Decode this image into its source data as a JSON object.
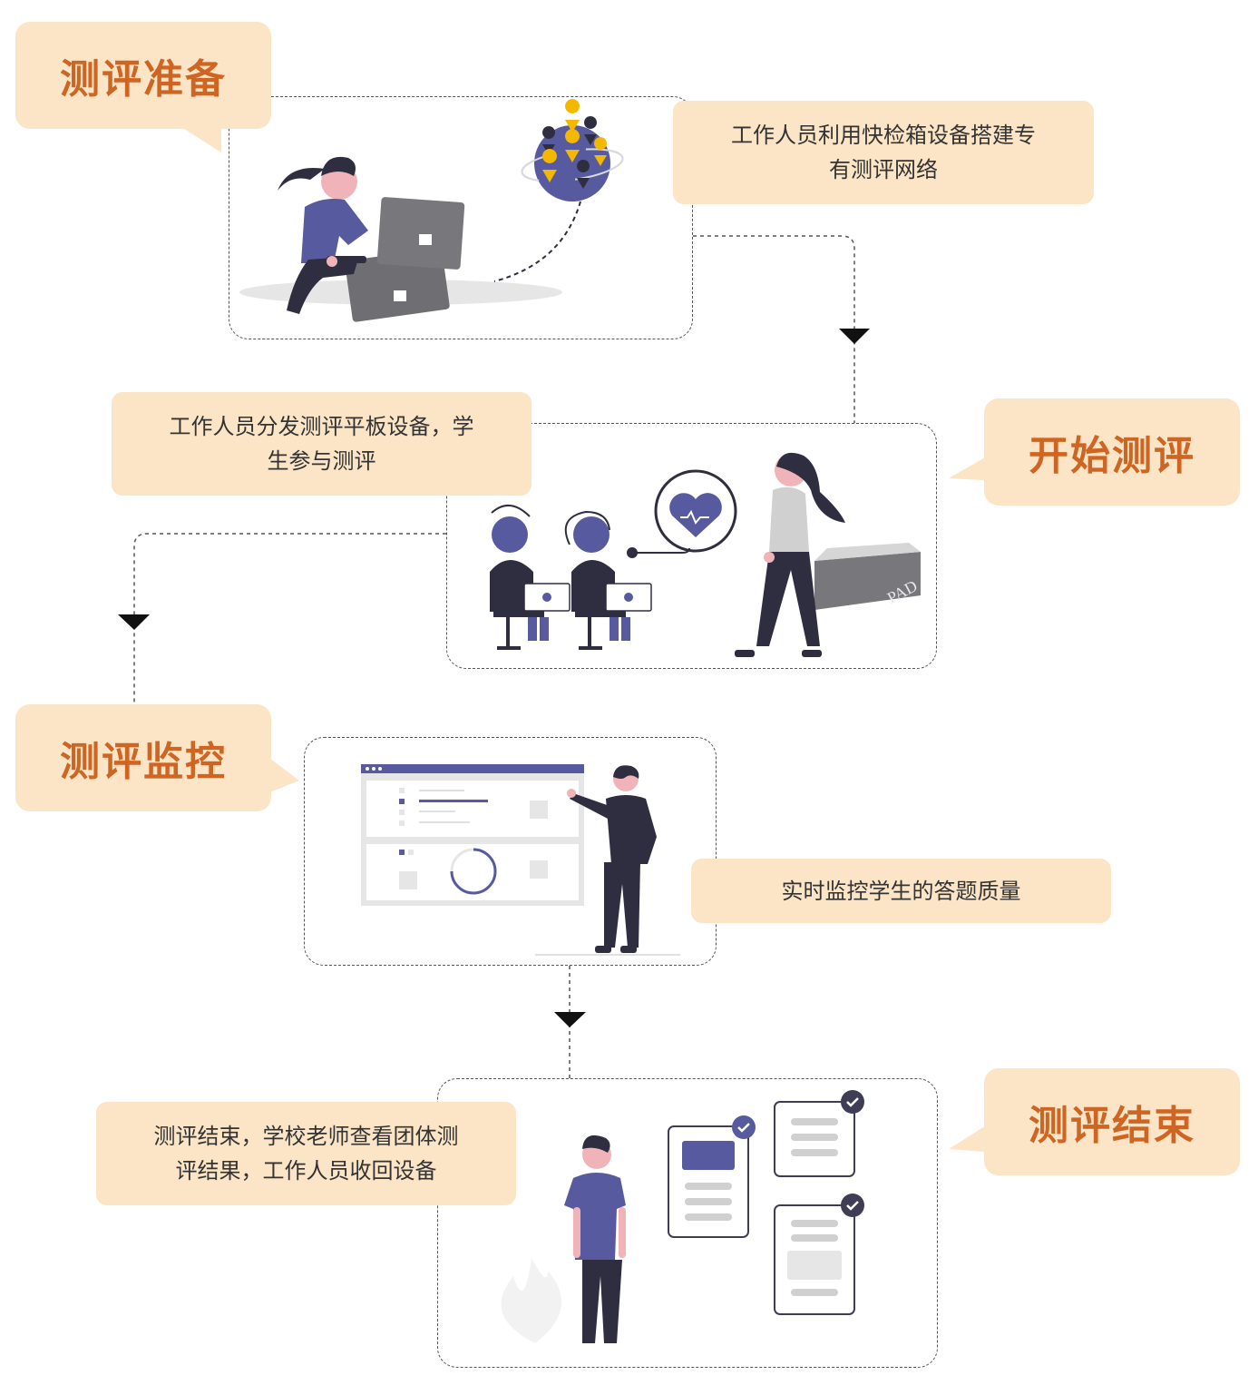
{
  "steps": [
    {
      "title": "测评准备",
      "desc_line1": "工作人员利用快检箱设备搭建专",
      "desc_line2": "有测评网络"
    },
    {
      "title": "开始测评",
      "desc_line1": "工作人员分发测评平板设备，学",
      "desc_line2": "生参与测评"
    },
    {
      "title": "测评监控",
      "desc_line1": "实时监控学生的答题质量",
      "desc_line2": ""
    },
    {
      "title": "测评结束",
      "desc_line1": "测评结束，学校老师查看团体测",
      "desc_line2": "评结果，工作人员收回设备"
    }
  ],
  "tablet_box_label": "PAD",
  "colors": {
    "label_bg": "#fbe5c6",
    "label_text": "#cf6522",
    "accent": "#575a9e",
    "dark": "#2f2e41",
    "skin": "#f0b4b8",
    "gray": "#6e6e73"
  }
}
